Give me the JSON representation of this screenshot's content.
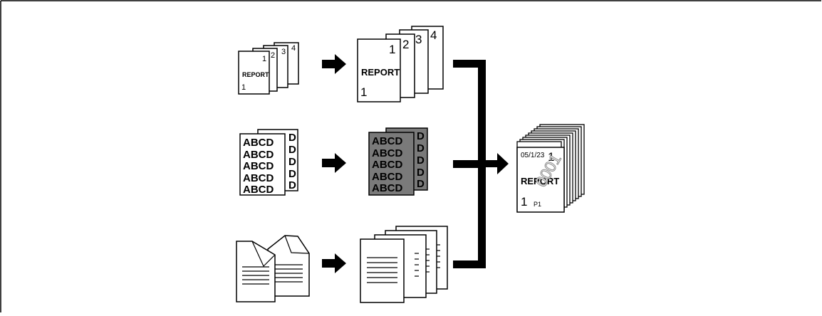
{
  "colors": {
    "ink": "#000000",
    "paper": "#ffffff",
    "shade": "#7a7a7a",
    "stamp": "#8a8a8a"
  },
  "row_report": {
    "small_page_numbers": [
      "1",
      "2",
      "3",
      "4"
    ],
    "small_cover_title": "REPORT",
    "small_cover_footer": "1",
    "large_page_numbers": [
      "1",
      "2",
      "3",
      "4"
    ],
    "large_cover_title": "REPORT",
    "large_cover_footer": "1"
  },
  "row_text": {
    "line_text": "ABCD",
    "back_tail_text": "D"
  },
  "row_folded": {},
  "output": {
    "date": "05/1/23",
    "page_number": "1",
    "title": "REPORT",
    "footer_number": "1",
    "footer_label": "P1",
    "stamp": "0001"
  }
}
